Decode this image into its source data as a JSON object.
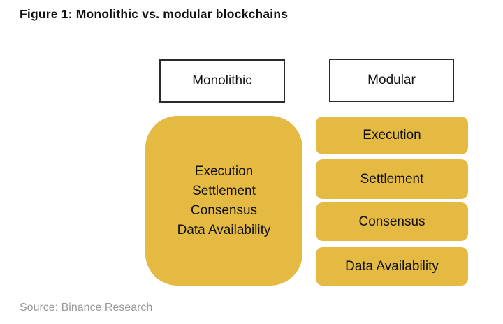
{
  "page": {
    "title": "Figure 1: Monolithic vs. modular blockchains",
    "source": "Source: Binance Research"
  },
  "colors": {
    "block_fill": "#E5BA43",
    "header_border": "#2B2B2B",
    "title_text": "#111111",
    "source_text": "#97999B",
    "background": "#FFFFFF"
  },
  "diagram": {
    "monolithic": {
      "header": "Monolithic",
      "layers": [
        "Execution",
        "Settlement",
        "Consensus",
        "Data Availability"
      ]
    },
    "modular": {
      "header": "Modular",
      "layers": [
        "Execution",
        "Settlement",
        "Consensus",
        "Data Availability"
      ]
    }
  }
}
